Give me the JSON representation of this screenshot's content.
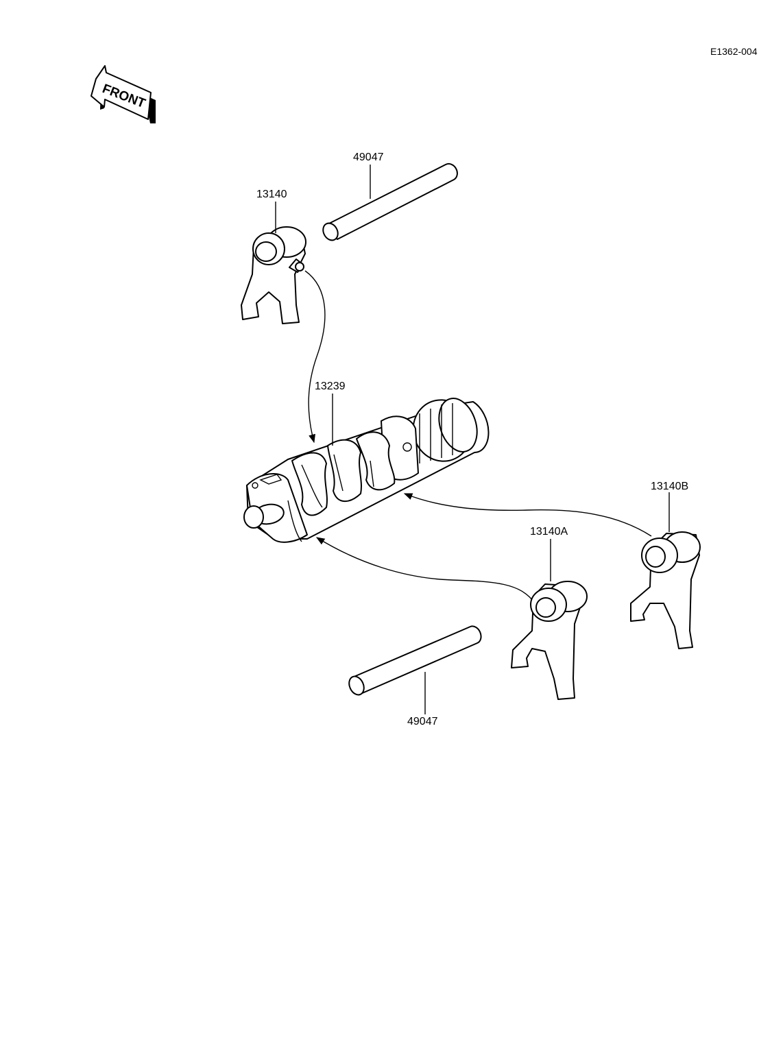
{
  "diagram": {
    "ref_code": "E1362-004",
    "front_label": "FRONT",
    "parts": {
      "fork_top": "13140",
      "shaft_top": "49047",
      "drum": "13239",
      "fork_b": "13140B",
      "fork_a": "13140A",
      "shaft_bottom": "49047"
    }
  }
}
